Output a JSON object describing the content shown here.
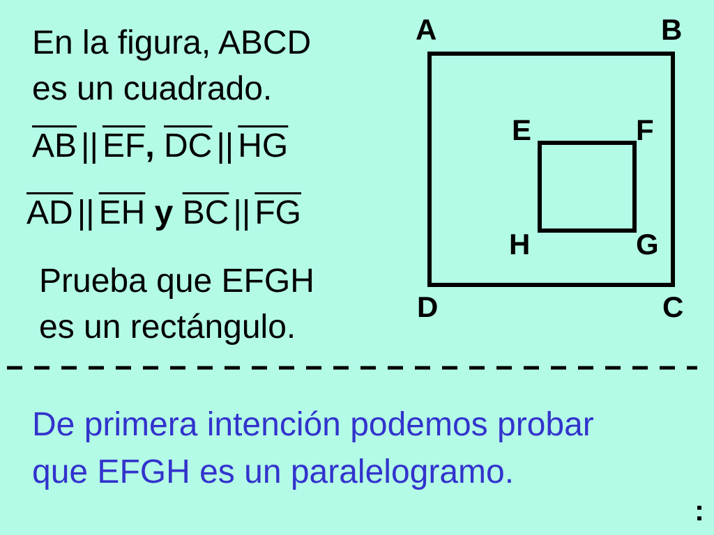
{
  "problem": {
    "intro_line1": "En la figura, ABCD",
    "intro_line2": "es un cuadrado.",
    "rel1": {
      "s1": "AB",
      "par1": "||",
      "s2": "EF",
      "sep": ",",
      "s3": "DC",
      "par2": "||",
      "s4": "HG"
    },
    "rel2": {
      "s1": "AD",
      "par1": "||",
      "s2": "EH",
      "conj": "y",
      "s3": "BC",
      "par2": "||",
      "s4": "FG"
    },
    "task_line1": "Prueba que EFGH",
    "task_line2": "es un rectángulo."
  },
  "figure": {
    "outer_labels": {
      "A": "A",
      "B": "B",
      "C": "C",
      "D": "D"
    },
    "inner_labels": {
      "E": "E",
      "F": "F",
      "G": "G",
      "H": "H"
    }
  },
  "answer": {
    "line1": "De primera intención podemos probar",
    "line2": "que EFGH es un paralelogramo.",
    "continuation": ":"
  },
  "colors": {
    "background": "#b3fbe6",
    "answer_text": "#3333cc",
    "ink": "#000000"
  }
}
